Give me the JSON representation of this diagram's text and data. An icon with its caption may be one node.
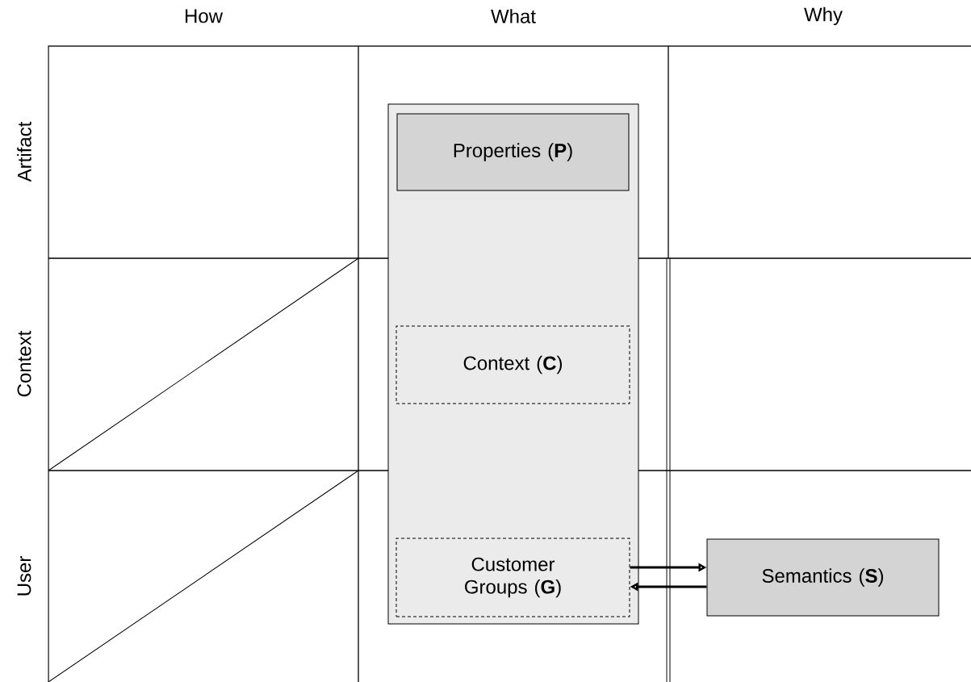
{
  "diagram": {
    "nodes": [
      {
        "text": [],
        "shape": "box"
      },
      {
        "text": [
          "Properties (**P**)"
        ],
        "in": 0
      },
      {
        "text": [
          "Context (**C**)"
        ],
        "in": 0
      },
      {
        "text": [
          "Customer Groups (**G**)"
        ],
        "in": 0
      },
      {
        "text": [
          "Semantics (**S**)"
        ]
      }
    ],
    "edges": [
      {
        "from": 3,
        "to": 4,
        "arrow": "to"
      },
      {
        "from": 4,
        "to": 3,
        "arrow": "to"
      }
    ],
    "labels": [
      "How",
      "What",
      "Why",
      "Artifact",
      "Context",
      "User"
    ]
  }
}
